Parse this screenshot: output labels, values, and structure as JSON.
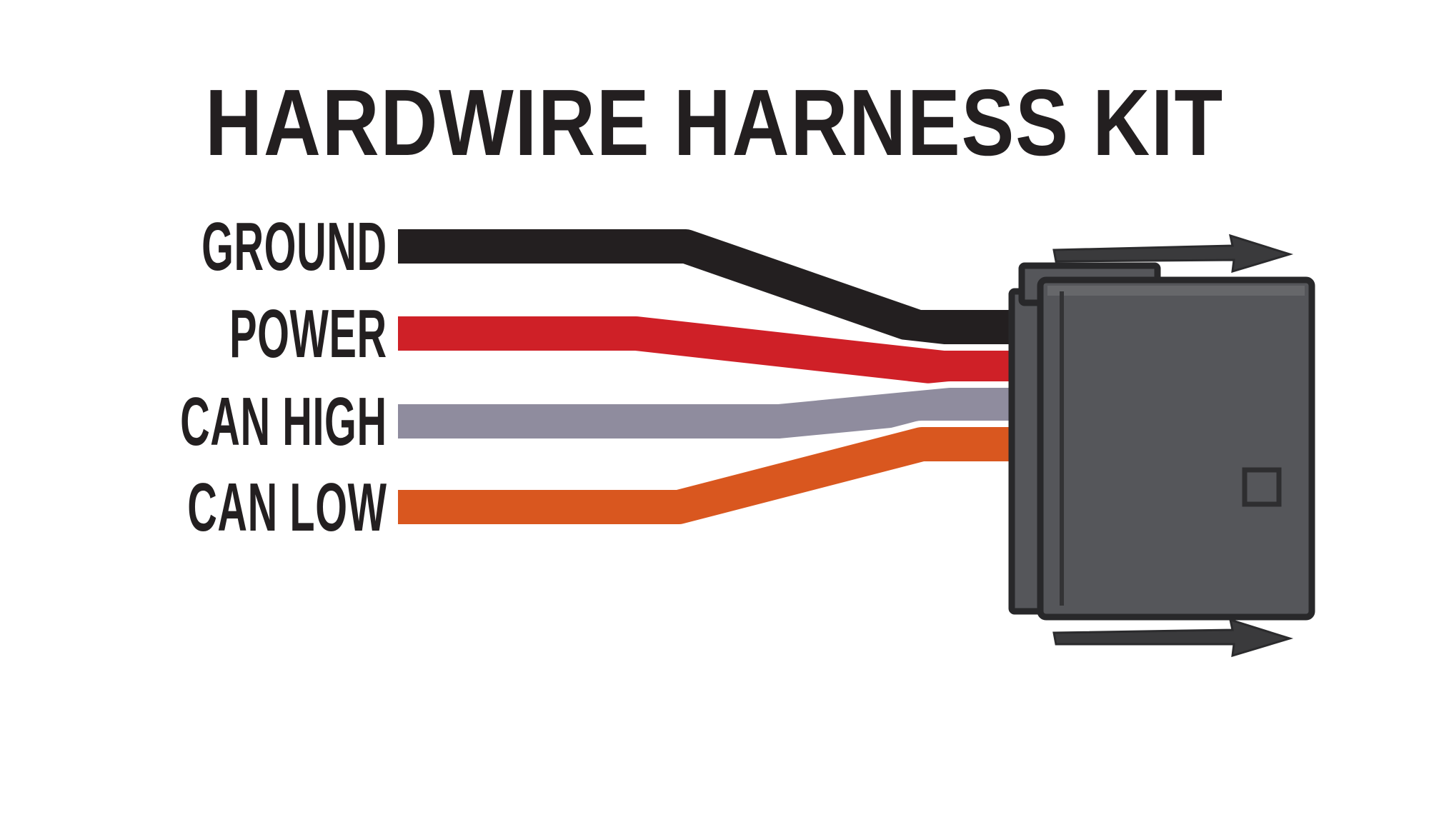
{
  "title": "HARDWIRE HARNESS KIT",
  "wires": [
    {
      "label": "GROUND",
      "color": "#231f20"
    },
    {
      "label": "POWER",
      "color": "#cf2027"
    },
    {
      "label": "CAN HIGH",
      "color": "#8f8c9e"
    },
    {
      "label": "CAN LOW",
      "color": "#d9571f"
    }
  ],
  "connector": {
    "body_color": "#55565a",
    "outline_color": "#28282a"
  },
  "colors": {
    "background": "#ffffff",
    "text": "#231f20"
  }
}
